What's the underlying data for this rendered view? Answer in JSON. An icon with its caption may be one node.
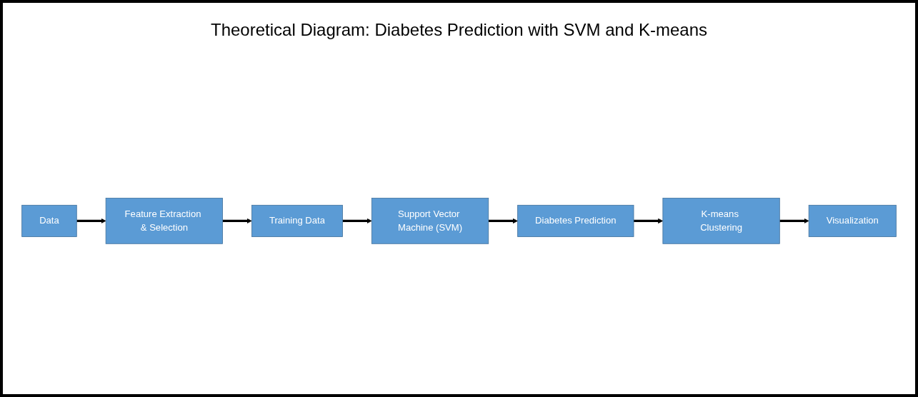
{
  "diagram": {
    "title": "Theoretical Diagram: Diabetes Prediction with SVM and K-means",
    "nodes": [
      {
        "text": [
          "Training Data"
        ]
      },
      {
        "text": [
          "Support Vector Machine (SVM)"
        ]
      },
      {
        "text": [
          "Diabetes Prediction"
        ]
      },
      {
        "text": [
          "K-means Clustering"
        ]
      },
      {
        "text": [
          "Visualization"
        ]
      },
      {
        "text": [
          "Feature Extraction & Selection"
        ]
      },
      {
        "text": [
          "Data"
        ]
      }
    ],
    "edges": [
      {
        "from": 6,
        "to": 5,
        "arrow": "to"
      },
      {
        "from": 5,
        "to": 0,
        "arrow": "to"
      },
      {
        "from": 0,
        "to": 1,
        "arrow": "to"
      },
      {
        "from": 1,
        "to": 2,
        "arrow": "to"
      },
      {
        "from": 2,
        "to": 3,
        "arrow": "to"
      },
      {
        "from": 3,
        "to": 4,
        "arrow": "to"
      }
    ]
  }
}
